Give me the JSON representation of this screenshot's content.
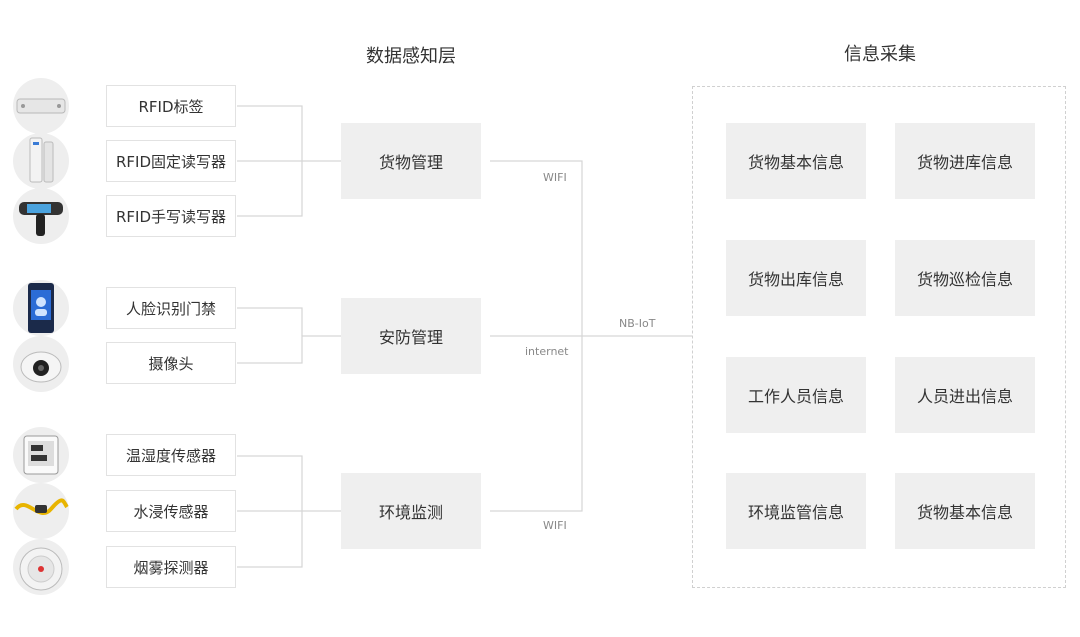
{
  "titles": {
    "perception": "数据感知层",
    "collection": "信息采集"
  },
  "devices": [
    {
      "label": "RFID标签",
      "icon": "rfid-tag-icon"
    },
    {
      "label": "RFID固定读写器",
      "icon": "rfid-fixed-reader-icon"
    },
    {
      "label": "RFID手写读写器",
      "icon": "rfid-handheld-reader-icon"
    },
    {
      "label": "人脸识别门禁",
      "icon": "face-recognition-terminal-icon"
    },
    {
      "label": "摄像头",
      "icon": "camera-icon"
    },
    {
      "label": "温湿度传感器",
      "icon": "thermo-hygrometer-icon"
    },
    {
      "label": "水浸传感器",
      "icon": "water-leak-sensor-icon"
    },
    {
      "label": "烟雾探测器",
      "icon": "smoke-detector-icon"
    }
  ],
  "hubs": [
    "货物管理",
    "安防管理",
    "环境监测"
  ],
  "protocols": {
    "top": "WIFI",
    "middle": "internet",
    "bottom": "WIFI",
    "main": "NB-IoT"
  },
  "info_items": [
    "货物基本信息",
    "货物进库信息",
    "货物出库信息",
    "货物巡检信息",
    "工作人员信息",
    "人员进出信息",
    "环境监管信息",
    "货物基本信息"
  ],
  "colors": {
    "line": "#d6d6d6",
    "box_fill": "#efefef",
    "box_border": "#e2e2e2",
    "dashed_border": "#d0d0d0",
    "text": "#333333",
    "protocol_text": "#888888"
  }
}
